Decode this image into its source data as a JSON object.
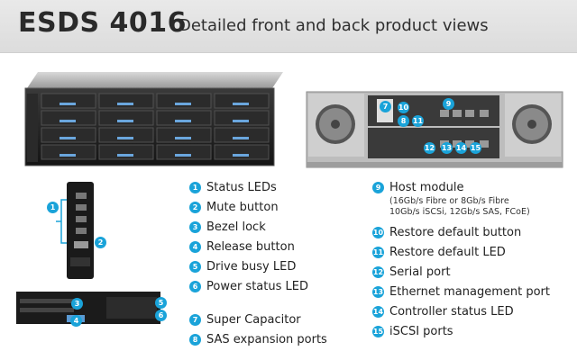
{
  "header": {
    "title": "ESDS 4016",
    "subtitle": "Detailed front and back product views"
  },
  "legend_left": [
    {
      "num": "1",
      "label": "Status LEDs"
    },
    {
      "num": "2",
      "label": "Mute button"
    },
    {
      "num": "3",
      "label": "Bezel lock"
    },
    {
      "num": "4",
      "label": "Release button"
    },
    {
      "num": "5",
      "label": "Drive busy LED"
    },
    {
      "num": "6",
      "label": "Power status LED"
    },
    {
      "num": "7",
      "label": "Super Capacitor"
    },
    {
      "num": "8",
      "label": "SAS expansion ports"
    }
  ],
  "legend_right": [
    {
      "num": "9",
      "label": "Host module",
      "note": [
        "(16Gb/s Fibre or 8Gb/s Fibre",
        "10Gb/s iSCSi, 12Gb/s SAS, FCoE)"
      ]
    },
    {
      "num": "10",
      "label": "Restore default button"
    },
    {
      "num": "11",
      "label": "Restore default LED"
    },
    {
      "num": "12",
      "label": "Serial port"
    },
    {
      "num": "13",
      "label": "Ethernet management port"
    },
    {
      "num": "14",
      "label": "Controller status LED"
    },
    {
      "num": "15",
      "label": "iSCSI ports"
    }
  ],
  "callouts": {
    "front_panel": [
      "1",
      "2"
    ],
    "bezel": [
      "3",
      "4",
      "5",
      "6"
    ],
    "rear": [
      "7",
      "8",
      "9",
      "10",
      "11",
      "12",
      "13",
      "14",
      "15"
    ]
  },
  "colors": {
    "badge": "#1aa3d9",
    "header": "#e2e2e2"
  }
}
